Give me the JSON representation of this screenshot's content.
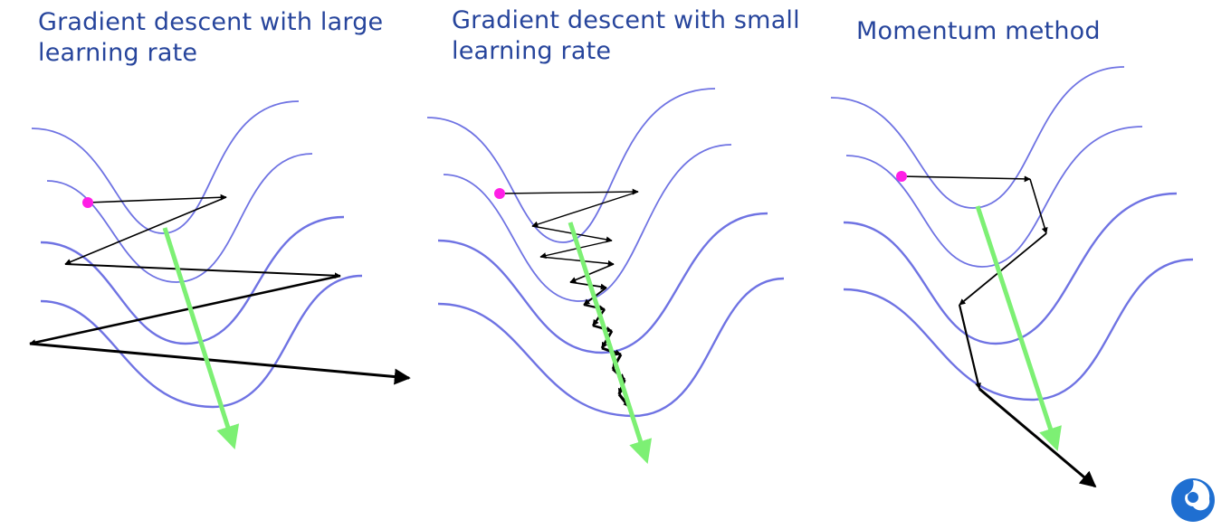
{
  "panels": [
    {
      "title": "Gradient descent with large\nlearning rate"
    },
    {
      "title": "Gradient descent with small\nlearning rate"
    },
    {
      "title": "Momentum method"
    }
  ],
  "colors": {
    "title": "#27459c",
    "contour": "#6f73e3",
    "start_point": "#ff1fe6",
    "gradient_arrow": "#7df074",
    "path": "#000000",
    "logo": "#1f6fd1"
  }
}
